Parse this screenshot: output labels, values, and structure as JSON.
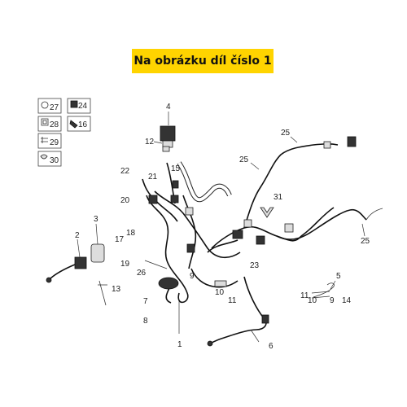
{
  "title": "Na obrázku díl číslo 1",
  "legend": [
    {
      "num": "27",
      "icon": "clip-ring-icon"
    },
    {
      "num": "24",
      "icon": "clip-block-icon"
    },
    {
      "num": "28",
      "icon": "clip-bracket-icon"
    },
    {
      "num": "16",
      "icon": "clip-pin-icon"
    },
    {
      "num": "29",
      "icon": "clip-fork-icon"
    },
    {
      "num": "30",
      "icon": "clip-cable-icon"
    }
  ],
  "callouts": {
    "n1": "1",
    "n2": "2",
    "n3": "3",
    "n4": "4",
    "n5": "5",
    "n6": "6",
    "n7": "7",
    "n8": "8",
    "n9": "9",
    "n10a": "10",
    "n10b": "10",
    "n11a": "11",
    "n11b": "11",
    "n12": "12",
    "n13": "13",
    "n14": "14",
    "n15": "15",
    "n17": "17",
    "n18": "18",
    "n19": "19",
    "n20": "20",
    "n21": "21",
    "n22": "22",
    "n23": "23",
    "n25a": "25",
    "n25b": "25",
    "n25c": "25",
    "n26": "26",
    "n31": "31",
    "n9b": "9"
  }
}
